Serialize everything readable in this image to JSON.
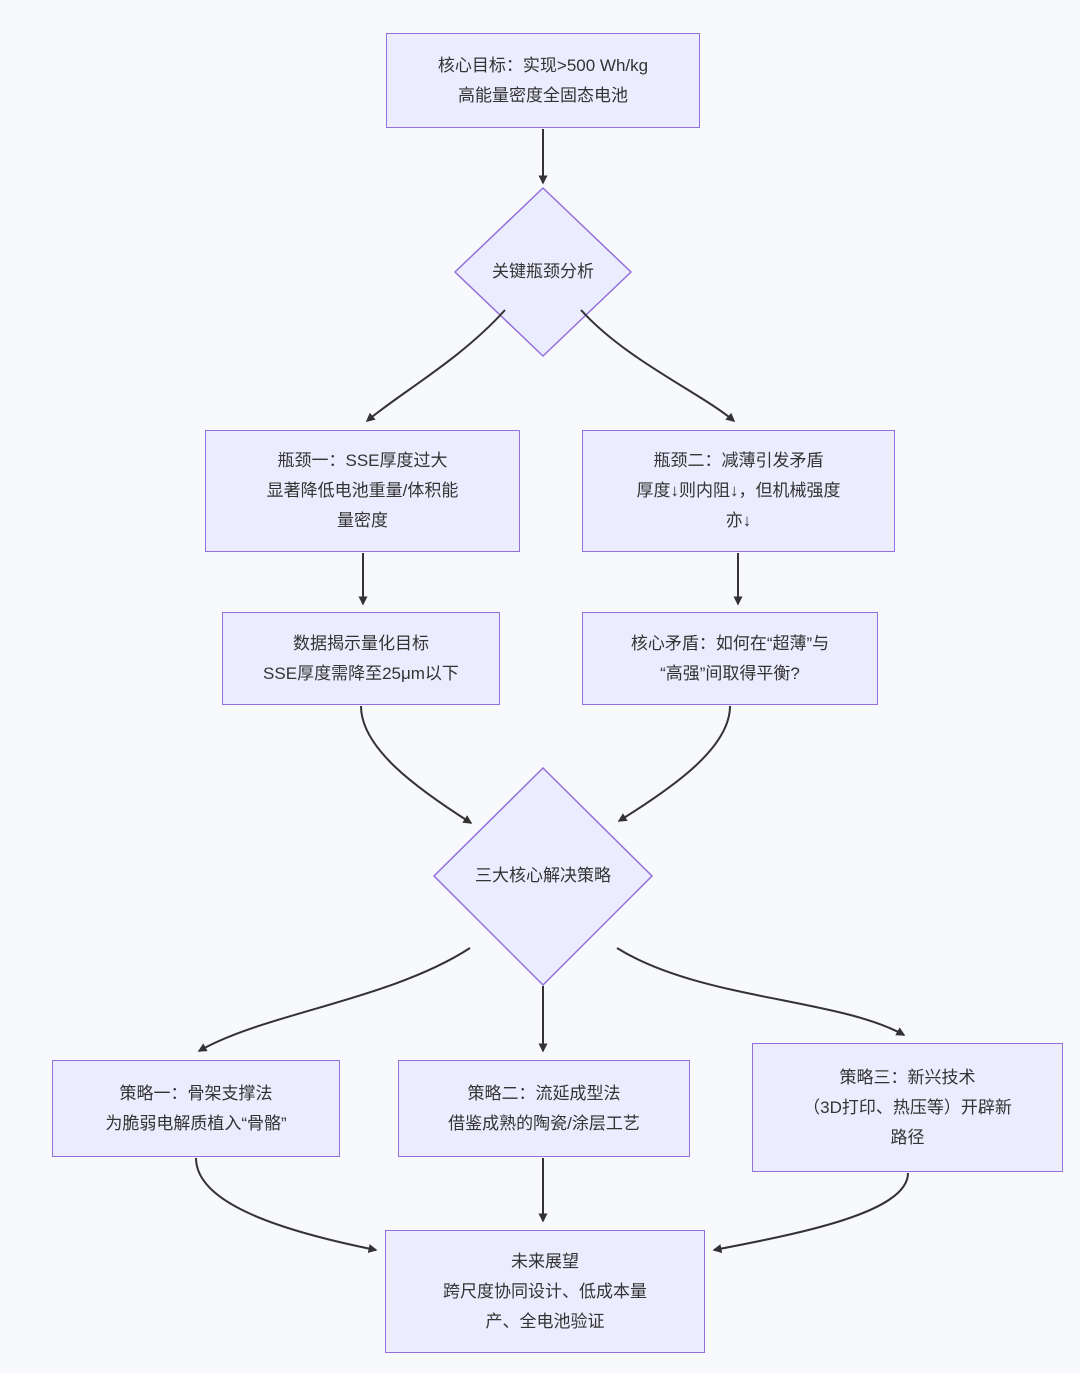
{
  "flowchart": {
    "type": "flowchart",
    "colors": {
      "node_fill": "#ECECFF",
      "node_border": "#9370DB",
      "edge": "#333333",
      "text": "#333333",
      "background": "#f8f9fc"
    },
    "nodes": {
      "goal": {
        "shape": "rect",
        "lines": [
          "核心目标：实现>500 Wh/kg",
          "高能量密度全固态电池"
        ]
      },
      "decision1": {
        "shape": "diamond",
        "lines": [
          "关键瓶颈分析"
        ]
      },
      "bottleneck1": {
        "shape": "rect",
        "lines": [
          "瓶颈一：SSE厚度过大",
          "显著降低电池重量/体积能",
          "量密度"
        ]
      },
      "bottleneck2": {
        "shape": "rect",
        "lines": [
          "瓶颈二：减薄引发矛盾",
          "厚度↓则内阻↓，但机械强度",
          "亦↓"
        ]
      },
      "quant_target": {
        "shape": "rect",
        "lines": [
          "数据揭示量化目标",
          "SSE厚度需降至25μm以下"
        ]
      },
      "core_conflict": {
        "shape": "rect",
        "lines": [
          "核心矛盾：如何在“超薄”与",
          "“高强”间取得平衡?"
        ]
      },
      "decision2": {
        "shape": "diamond",
        "lines": [
          "三大核心解决策略"
        ]
      },
      "strategy1": {
        "shape": "rect",
        "lines": [
          "策略一：骨架支撑法",
          "为脆弱电解质植入“骨骼”"
        ]
      },
      "strategy2": {
        "shape": "rect",
        "lines": [
          "策略二：流延成型法",
          "借鉴成熟的陶瓷/涂层工艺"
        ]
      },
      "strategy3": {
        "shape": "rect",
        "lines": [
          "策略三：新兴技术",
          "（3D打印、热压等）开辟新",
          "路径"
        ]
      },
      "future": {
        "shape": "rect",
        "lines": [
          "未来展望",
          "跨尺度协同设计、低成本量",
          "产、全电池验证"
        ]
      }
    },
    "edges": [
      {
        "from": "goal",
        "to": "decision1"
      },
      {
        "from": "decision1",
        "to": "bottleneck1"
      },
      {
        "from": "decision1",
        "to": "bottleneck2"
      },
      {
        "from": "bottleneck1",
        "to": "quant_target"
      },
      {
        "from": "bottleneck2",
        "to": "core_conflict"
      },
      {
        "from": "quant_target",
        "to": "decision2"
      },
      {
        "from": "core_conflict",
        "to": "decision2"
      },
      {
        "from": "decision2",
        "to": "strategy1"
      },
      {
        "from": "decision2",
        "to": "strategy2"
      },
      {
        "from": "decision2",
        "to": "strategy3"
      },
      {
        "from": "strategy1",
        "to": "future"
      },
      {
        "from": "strategy2",
        "to": "future"
      },
      {
        "from": "strategy3",
        "to": "future"
      }
    ]
  }
}
